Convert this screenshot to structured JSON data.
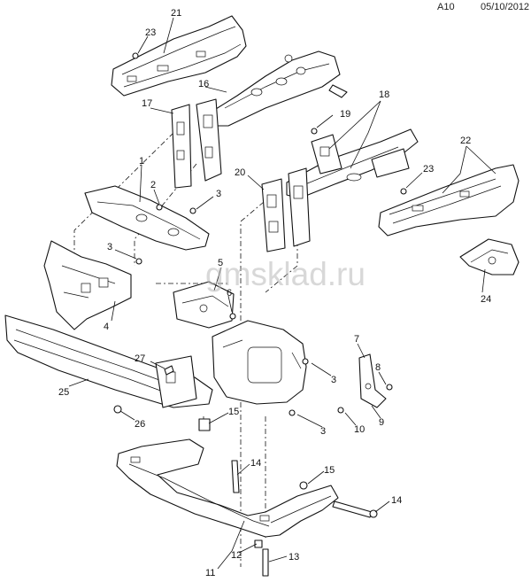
{
  "header": {
    "code": "A10",
    "date": "05/10/2012"
  },
  "watermark": "gmsklad.ru",
  "callouts": [
    "21",
    "23",
    "16",
    "17",
    "18",
    "19",
    "22",
    "23",
    "20",
    "1",
    "2",
    "3",
    "3",
    "5",
    "6",
    "4",
    "24",
    "25",
    "27",
    "3",
    "7",
    "8",
    "9",
    "10",
    "3",
    "26",
    "15",
    "14",
    "15",
    "14",
    "11",
    "12",
    "13"
  ]
}
